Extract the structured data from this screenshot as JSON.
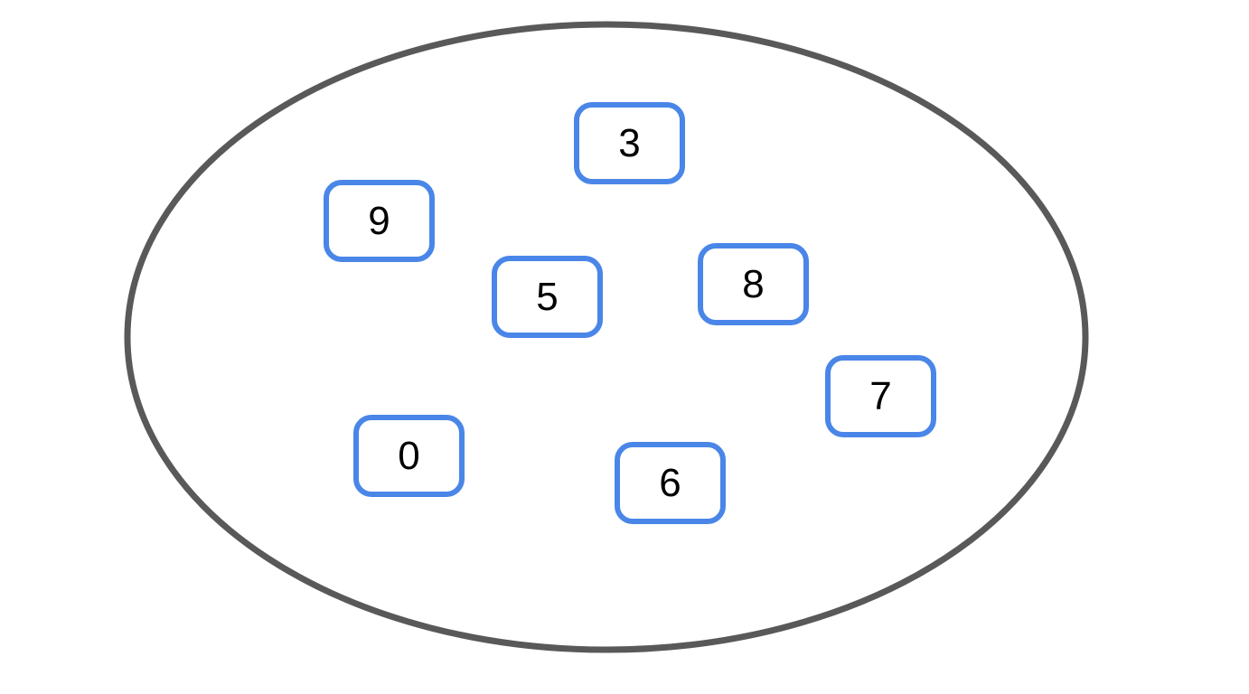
{
  "ellipse": {
    "stroke_color": "#595959",
    "fill_color": "#ffffff"
  },
  "tiles": [
    {
      "value": "3"
    },
    {
      "value": "9"
    },
    {
      "value": "5"
    },
    {
      "value": "8"
    },
    {
      "value": "7"
    },
    {
      "value": "0"
    },
    {
      "value": "6"
    }
  ],
  "colors": {
    "background": "#ffffff",
    "tile_border": "#4a86e8",
    "tile_fill": "#ffffff",
    "digit": "#000000"
  }
}
